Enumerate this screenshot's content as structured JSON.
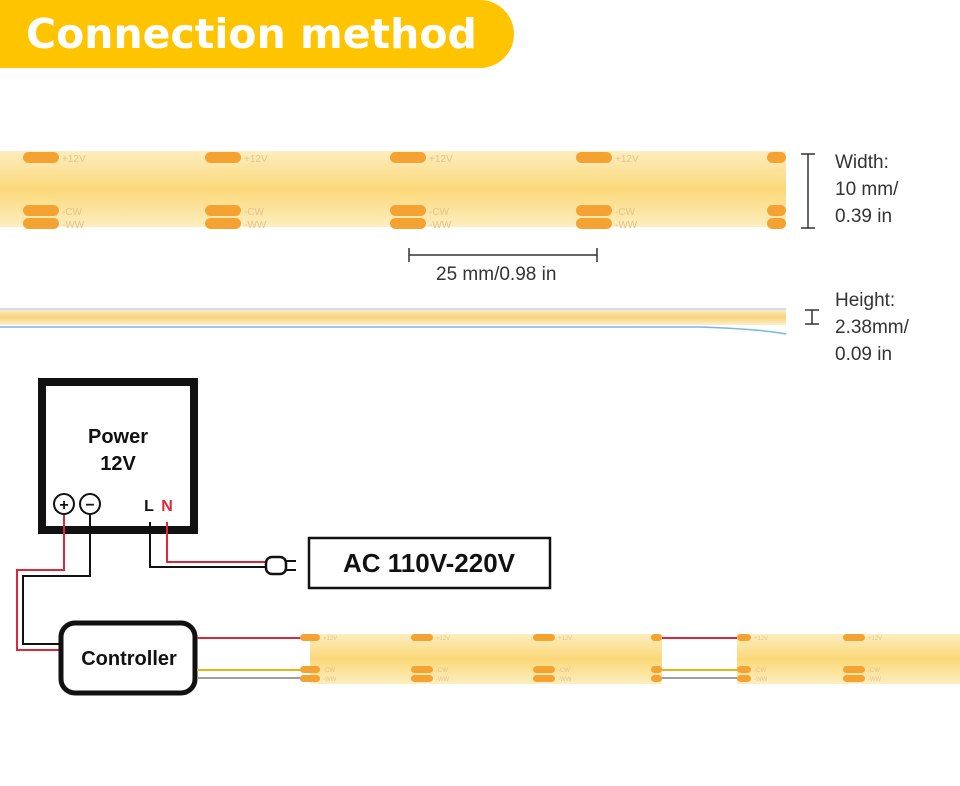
{
  "title": "Connection method",
  "strip_labels": {
    "positive": "+12V",
    "cw": "-CW",
    "ww": "-WW"
  },
  "dimensions": {
    "width_label": "Width:",
    "width_mm": "10 mm/",
    "width_in": "0.39 in",
    "pitch": "25 mm/0.98 in",
    "height_label": "Height:",
    "height_mm": "2.38mm/",
    "height_in": "0.09 in"
  },
  "power": {
    "line1": "Power",
    "line2": "12V",
    "plus": "+",
    "minus": "−",
    "l": "L",
    "n": "N"
  },
  "ac_label": "AC 110V-220V",
  "controller_label": "Controller",
  "colors": {
    "title_bg": "#ffc400",
    "strip_body": "#fdeab3",
    "strip_glow": "#fbd879",
    "pad": "#f4a332",
    "wire_red": "#e0263a",
    "wire_yellow": "#e6b319",
    "wire_gray": "#9e9e9e",
    "wire_black": "#111111",
    "n_red": "#e0263a"
  }
}
